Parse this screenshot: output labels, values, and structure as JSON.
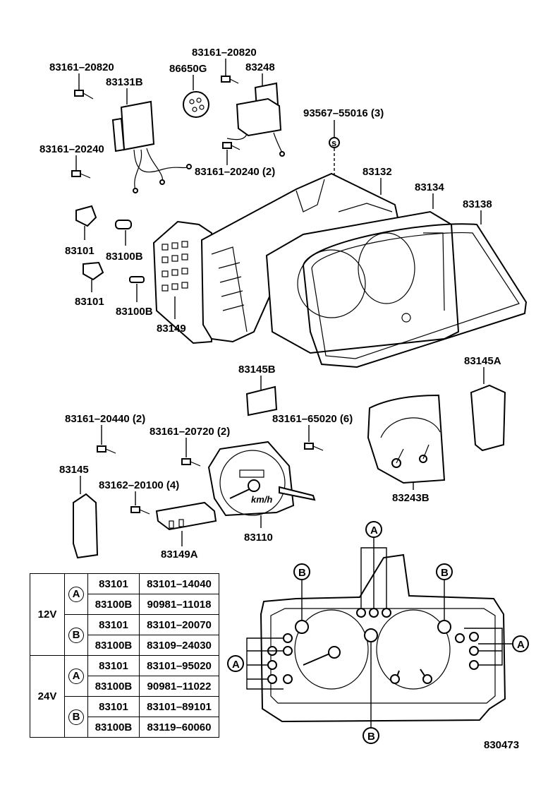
{
  "diagram_id": "830473",
  "callouts": {
    "screw_top_left": "83161–20820",
    "bracket_83131b": "83131B",
    "screw_mid_left": "83161–20240",
    "socket_86650g": "86650G",
    "screw_top_center": "83161–20820",
    "unit_83248": "83248",
    "screw_83248_bottom": "83161–20240 (2)",
    "bulb_spec": "93567–55016 (3)",
    "case_83132": "83132",
    "panel_83134": "83134",
    "glass_83138": "83138",
    "socket_83101_a": "83101",
    "bulb_83100b_a": "83100B",
    "socket_83101_b": "83101",
    "bulb_83100b_b": "83100B",
    "board_83149": "83149",
    "plate_83145b": "83145B",
    "plate_83145a": "83145A",
    "screw_20440": "83161–20440 (2)",
    "screw_20720": "83161–20720 (2)",
    "screw_65020": "83161–65020 (6)",
    "cover_83145": "83145",
    "screw_83162": "83162–20100 (4)",
    "board_83149a": "83149A",
    "speedometer_83110": "83110",
    "gauge_83243b": "83243B"
  },
  "gauge_markings": {
    "speedo_unit": "km/h"
  },
  "bulb_markers": {
    "a": "A",
    "b": "B"
  },
  "table": {
    "rows": [
      {
        "voltage": "12V",
        "group": "A",
        "code": "83101",
        "part": "83101–14040"
      },
      {
        "voltage": "",
        "group": "",
        "code": "83100B",
        "part": "90981–11018"
      },
      {
        "voltage": "",
        "group": "B",
        "code": "83101",
        "part": "83101–20070"
      },
      {
        "voltage": "",
        "group": "",
        "code": "83100B",
        "part": "83109–24030"
      },
      {
        "voltage": "24V",
        "group": "A",
        "code": "83101",
        "part": "83101–95020"
      },
      {
        "voltage": "",
        "group": "",
        "code": "83100B",
        "part": "90981–11022"
      },
      {
        "voltage": "",
        "group": "B",
        "code": "83101",
        "part": "83101–89101"
      },
      {
        "voltage": "",
        "group": "",
        "code": "83100B",
        "part": "83119–60060"
      }
    ]
  }
}
